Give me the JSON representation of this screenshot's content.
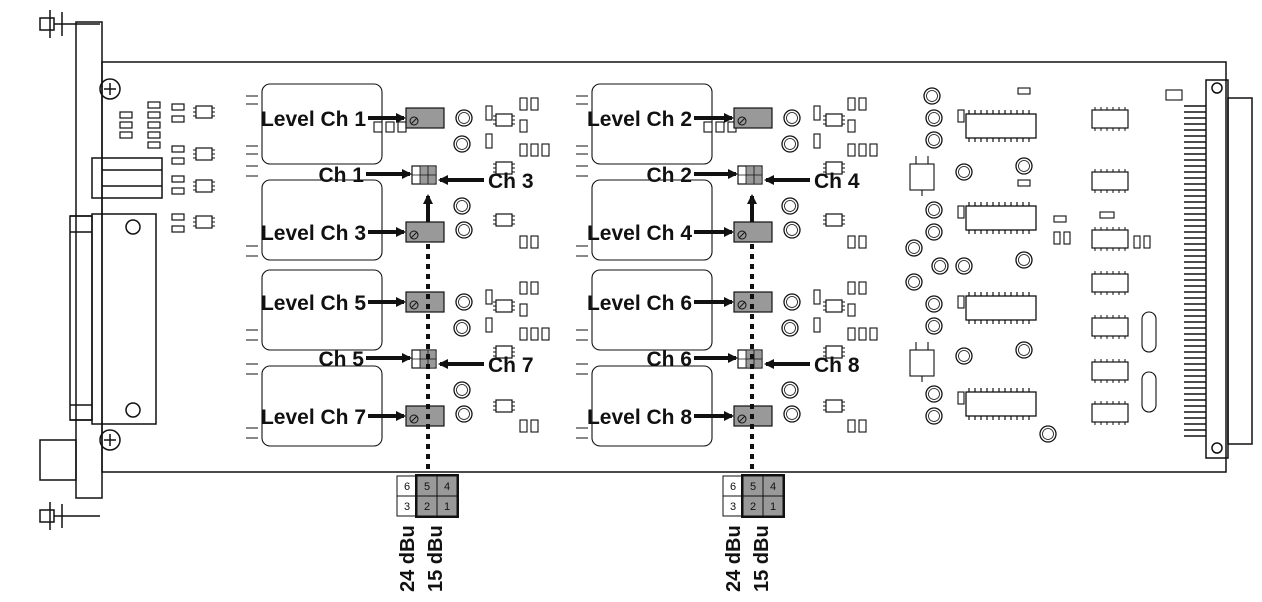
{
  "labels": {
    "level_ch1": "Level Ch 1",
    "level_ch2": "Level Ch 2",
    "level_ch3": "Level Ch 3",
    "level_ch4": "Level Ch 4",
    "level_ch5": "Level Ch 5",
    "level_ch6": "Level Ch 6",
    "level_ch7": "Level Ch 7",
    "level_ch8": "Level Ch 8",
    "ch1": "Ch 1",
    "ch2": "Ch 2",
    "ch3": "Ch 3",
    "ch4": "Ch 4",
    "ch5": "Ch 5",
    "ch6": "Ch 6",
    "ch7": "Ch 7",
    "ch8": "Ch 8"
  },
  "jumper": {
    "pins_top": [
      "6",
      "5",
      "4"
    ],
    "pins_bottom": [
      "3",
      "2",
      "1"
    ],
    "setting_24": "24 dBu",
    "setting_15": "15 dBu"
  }
}
